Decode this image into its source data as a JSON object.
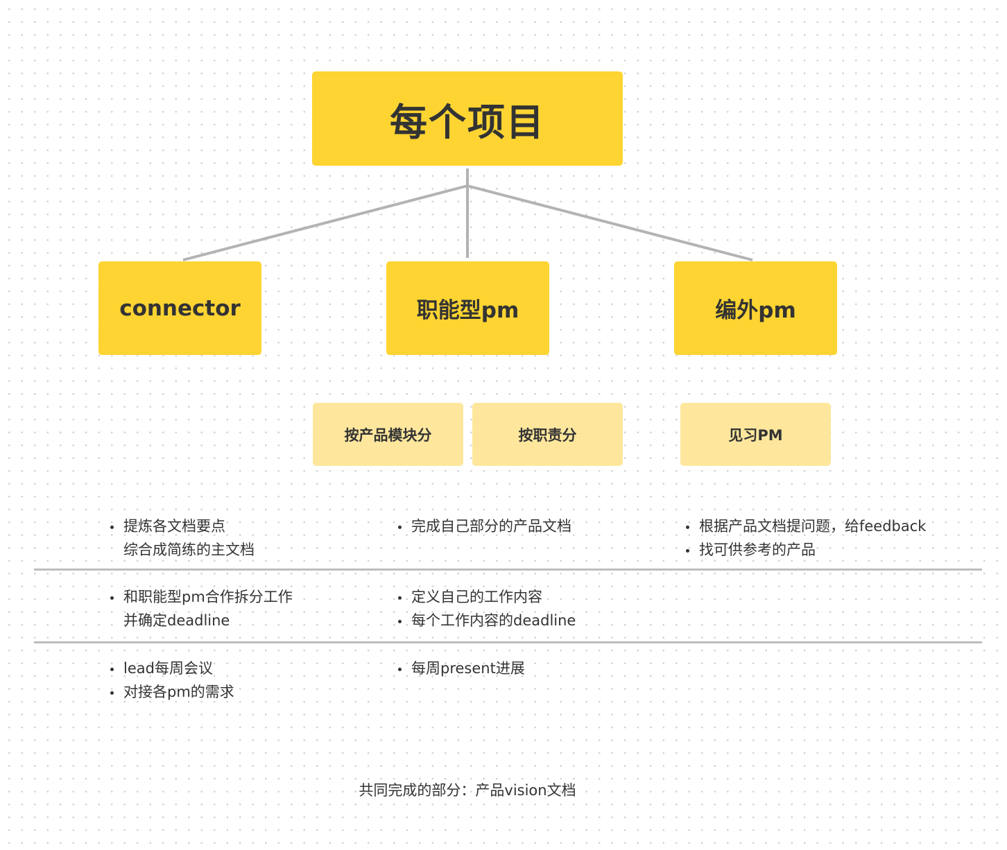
{
  "diagram": {
    "root": {
      "label": "每个项目",
      "color": "#fdd432"
    },
    "roles": [
      {
        "id": "connector",
        "label": "connector",
        "color": "#fdd432"
      },
      {
        "id": "functional-pm",
        "label": "职能型pm",
        "color": "#fdd432"
      },
      {
        "id": "external-pm",
        "label": "编外pm",
        "color": "#fdd432"
      }
    ],
    "sub_categories": [
      {
        "label": "按产品模块分",
        "parent": "职能型pm",
        "color": "#fee79d"
      },
      {
        "label": "按职责分",
        "parent": "职能型pm",
        "color": "#fee79d"
      },
      {
        "label": "见习PM",
        "parent": "编外pm",
        "color": "#fee79d"
      }
    ],
    "connector_color": "#b3b3b3"
  },
  "notes": {
    "row1": {
      "connector": [
        "提炼各文档要点\n综合成简练的主文档"
      ],
      "functional_pm": [
        "完成自己部分的产品文档"
      ],
      "external_pm": [
        "根据产品文档提问题，给feedback",
        "找可供参考的产品"
      ]
    },
    "row2": {
      "connector": [
        "和职能型pm合作拆分工作\n并确定deadline"
      ],
      "functional_pm": [
        "定义自己的工作内容",
        "每个工作内容的deadline"
      ]
    },
    "row3": {
      "connector": [
        "lead每周会议",
        "对接各pm的需求"
      ],
      "functional_pm": [
        "每周present进展"
      ]
    }
  },
  "footer": {
    "shared_note": "共同完成的部分：产品vision文档"
  }
}
